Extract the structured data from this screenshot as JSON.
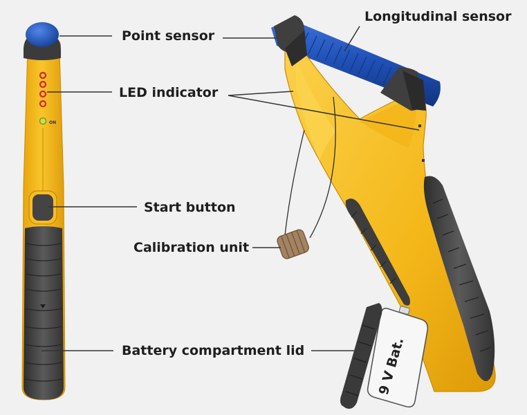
{
  "labels": {
    "point_sensor": "Point sensor",
    "longitudinal_sensor": "Longitudinal sensor",
    "led_indicator": "LED indicator",
    "start_button": "Start button",
    "calibration_unit": "Calibration unit",
    "battery_lid": "Battery compartment lid"
  },
  "device_markings": {
    "on_mark": "ON",
    "battery": "9 V Bat."
  },
  "colors": {
    "background": "#f1f1f1",
    "body_yellow": "#f6b917",
    "body_shade": "#e29f0c",
    "rubber_grip": "#4a4a4a",
    "sensor_blue": "#1f4fb4",
    "led_red": "#d8232a",
    "led_green": "#9fc51b",
    "calibration_brown": "#a48363",
    "leader_line": "#333333"
  }
}
